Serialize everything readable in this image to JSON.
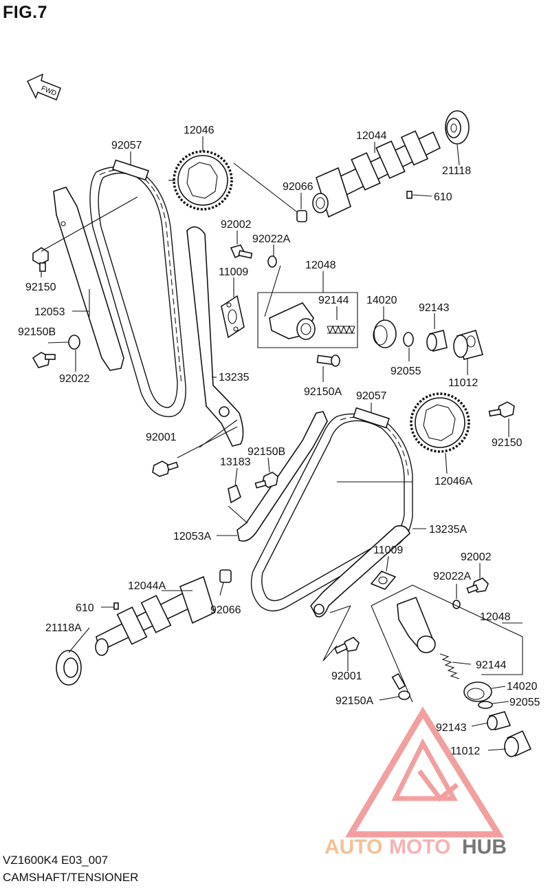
{
  "figure": {
    "title": "FIG.7",
    "model_code": "VZ1600K4 E03_007",
    "section_title": "CAMSHAFT/TENSIONER",
    "direction_label": "FWD"
  },
  "watermark": {
    "brand": "AUTOMOTOHUB",
    "colors": {
      "accent": "#f08080",
      "dark": "#333333"
    }
  },
  "part_labels": {
    "p12046": "12046",
    "p92057_top": "92057",
    "p12044": "12044",
    "p92066_top": "92066",
    "p21118": "21118",
    "p610_top": "610",
    "p92002_top": "92002",
    "p92022A_top": "92022A",
    "p92150_left": "92150",
    "p11009_top": "11009",
    "p12048_top": "12048",
    "p12053": "12053",
    "p92144_top": "92144",
    "p14020_top": "14020",
    "p92143_top": "92143",
    "p92150B_left": "92150B",
    "p92022": "92022",
    "p13235": "13235",
    "p92055_top": "92055",
    "p92150A_top": "92150A",
    "p11012_top": "11012",
    "p92057_bottom": "92057",
    "p92001_top": "92001",
    "p92150_right": "92150",
    "p92150B_mid": "92150B",
    "p13183": "13183",
    "p12046A": "12046A",
    "p12053A": "12053A",
    "p13235A": "13235A",
    "p11009_bottom": "11009",
    "p92002_bottom": "92002",
    "p12044A": "12044A",
    "p92022A_bottom": "92022A",
    "p610_bottom": "610",
    "p92066_bottom": "92066",
    "p12048_bottom": "12048",
    "p21118A": "21118A",
    "p92144_bottom": "92144",
    "p92001_bottom": "92001",
    "p14020_bottom": "14020",
    "p92150A_bottom": "92150A",
    "p92055_bottom": "92055",
    "p92143_bottom": "92143",
    "p11012_bottom": "11012"
  }
}
